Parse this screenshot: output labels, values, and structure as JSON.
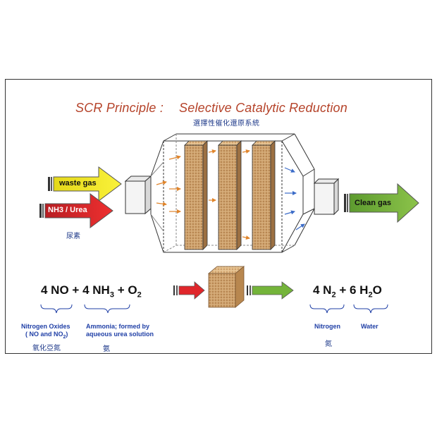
{
  "title": {
    "part1": "SCR Principle :",
    "part2": "Selective Catalytic Reduction",
    "subtitle": "選擇性催化還原系統"
  },
  "inputs": {
    "waste_gas": "waste gas",
    "nh3_urea": "NH3 / Urea",
    "urea_chinese": "尿素"
  },
  "output": {
    "clean_gas": "Clean gas"
  },
  "equation": {
    "no": "4 NO",
    "plus1": "+",
    "nh3_coef": "4 NH",
    "nh3_sub": "3",
    "plus2": "+",
    "o2": "O",
    "o2_sub": "2",
    "n2": "4 N",
    "n2_sub": "2",
    "plus3": "+",
    "h2o_a": "6 H",
    "h2o_sub": "2",
    "h2o_b": "O"
  },
  "notes": {
    "nox_line1": "Nitrogen Oxides",
    "nox_line2a": "( NO and NO",
    "nox_line2_sub": "2",
    "nox_line2b": ")",
    "nox_chinese": "氧化亞氮",
    "ammonia_line1": "Ammonia; formed by",
    "ammonia_line2": "aqueous urea solution",
    "ammonia_chinese": "氨",
    "nitrogen": "Nitrogen",
    "nitrogen_chinese": "氮",
    "water": "Water"
  },
  "colors": {
    "title": "#b5432a",
    "waste_gas_arrow": "#f2ea1b",
    "nh3_arrow": "#e0262b",
    "clean_gas_arrow": "#74b43a",
    "note_blue": "#1f3fa6",
    "catalyst_block": "#d9b07e",
    "flow_arrow_orange": "#e0842a",
    "flow_arrow_blue": "#3b6cc8"
  },
  "icons": [
    "catalyst-honeycomb-block",
    "scr-reactor-housing",
    "catalyst-layer"
  ]
}
